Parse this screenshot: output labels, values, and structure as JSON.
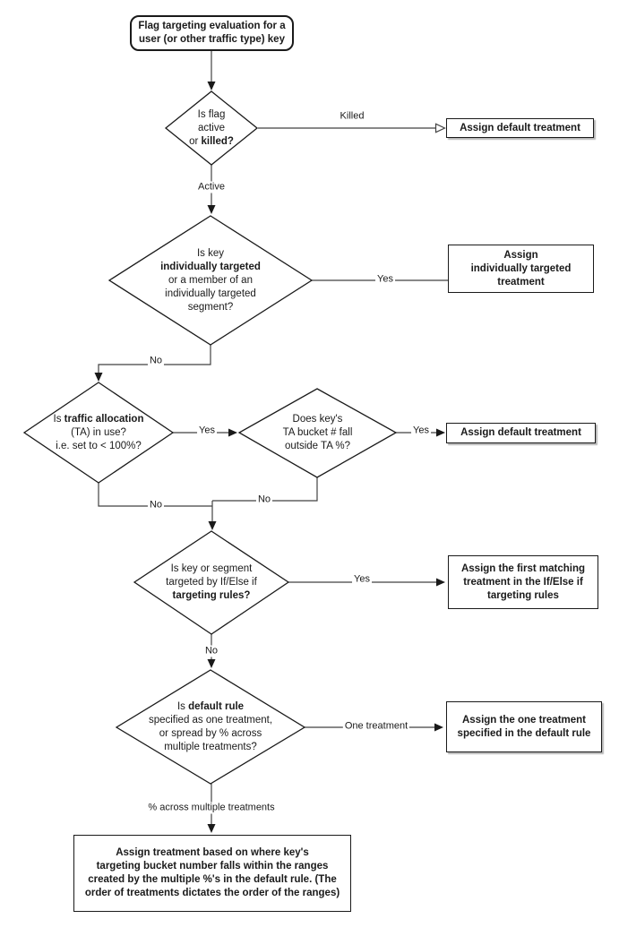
{
  "title": "Flag targeting evaluation flowchart",
  "colors": {
    "background": "#ffffff",
    "shape_border": "#1a1a1a",
    "edge_line": "#424242",
    "text": "#1a1a1a",
    "shadow": "#b7b7b7"
  },
  "nodes": {
    "start": {
      "l1": "Flag targeting evaluation for a",
      "l2": "user (or other traffic type) key"
    },
    "d_flag_status": {
      "l1": "Is flag",
      "l2": "active",
      "l3a": "or ",
      "l3b": "killed?"
    },
    "box_default_1": {
      "label": "Assign default treatment"
    },
    "d_individually_targeted": {
      "l1": "Is key",
      "l2": "individually targeted",
      "l3": "or a member of an",
      "l4": "individually targeted",
      "l5": "segment?"
    },
    "box_individual": {
      "l1": "Assign",
      "l2": "individually targeted",
      "l3": "treatment"
    },
    "d_traffic_allocation": {
      "l1a": "Is ",
      "l1b": "traffic allocation",
      "l2": "(TA) in use?",
      "l3": "i.e. set to < 100%?"
    },
    "d_ta_bucket": {
      "l1": "Does key's",
      "l2": "TA bucket # fall",
      "l3": "outside TA %?"
    },
    "box_default_2": {
      "label": "Assign default treatment"
    },
    "d_targeting_rules": {
      "l1": "Is key or segment",
      "l2": "targeted by If/Else if",
      "l3": "targeting rules?"
    },
    "box_first_match": {
      "l1": "Assign the first matching",
      "l2": "treatment in the If/Else if",
      "l3": "targeting rules"
    },
    "d_default_rule": {
      "l1a": "Is ",
      "l1b": "default rule",
      "l2": "specified as one treatment,",
      "l3": "or spread by % across",
      "l4": "multiple treatments?"
    },
    "box_one_treatment": {
      "l1": "Assign the one treatment",
      "l2": "specified in the default rule"
    },
    "box_spread": {
      "l1": "Assign treatment based on where key's",
      "l2": "targeting bucket number falls within the ranges",
      "l3": "created by the multiple %'s in the default rule. (The",
      "l4": "order of treatments dictates the order of the ranges)"
    }
  },
  "edge_labels": {
    "killed": "Killed",
    "active": "Active",
    "yes_individual": "Yes",
    "no_individual": "No",
    "yes_ta": "Yes",
    "yes_outside": "Yes",
    "no_ta": "No",
    "no_outside": "No",
    "yes_rules": "Yes",
    "no_rules": "No",
    "one_treatment": "One treatment",
    "pct_across": "% across multiple treatments"
  }
}
